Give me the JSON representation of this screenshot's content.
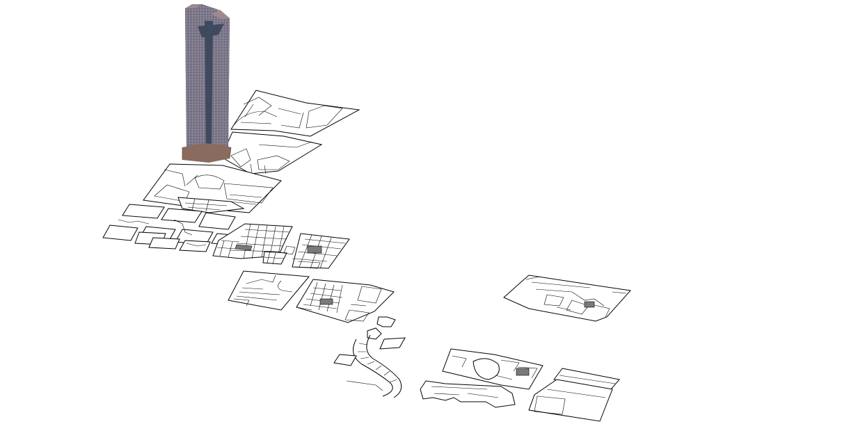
{
  "view": {
    "background": "#ffffff",
    "line_color": "#000000"
  },
  "tower": {
    "facade_color": "#7d7889",
    "shadow_color": "#3f4a5f",
    "base_color": "#8a6b5e",
    "top_color": "#9c8a8e"
  },
  "floor_plates": [
    "plate-upper-1",
    "plate-upper-2",
    "plate-upper-3",
    "plate-upper-4",
    "plate-grid-left",
    "plate-grid-mid",
    "plate-grid-right",
    "plate-mid-left",
    "plate-mid-right",
    "plate-curve",
    "plate-site",
    "plate-east",
    "plate-far-right"
  ]
}
